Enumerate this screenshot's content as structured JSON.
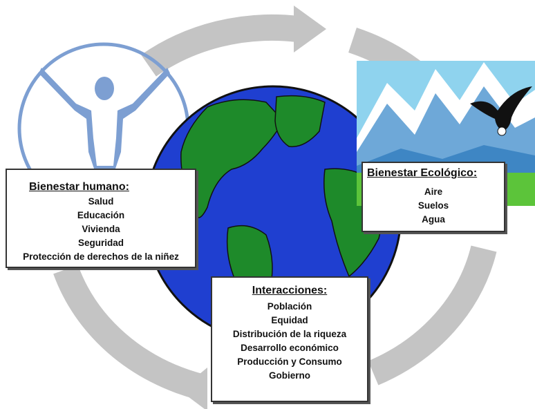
{
  "human": {
    "heading": "Bienestar humano:",
    "items": [
      "Salud",
      "Educación",
      "Vivienda",
      "Seguridad",
      "Protección de derechos de la niñez"
    ]
  },
  "ecological": {
    "heading": "Bienestar Ecológico:",
    "items": [
      "Aire",
      "Suelos",
      "Agua"
    ]
  },
  "interactions": {
    "heading": "Interacciones:",
    "items": [
      "Población",
      "Equidad",
      "Distribución de la riqueza",
      "Desarrollo económico",
      "Producción y Consumo",
      "Gobierno"
    ]
  },
  "colors": {
    "arrow": "#c4c4c4",
    "ocean": "#1f3fd0",
    "land": "#1e8a2a",
    "figure": "#7d9fd2",
    "sky": "#8fd3ee",
    "mountain": "#6ea8d8",
    "grass": "#5cc43a"
  },
  "icons": [
    "human-figure-icon",
    "globe-icon",
    "mountain-landscape-icon",
    "eagle-icon"
  ]
}
